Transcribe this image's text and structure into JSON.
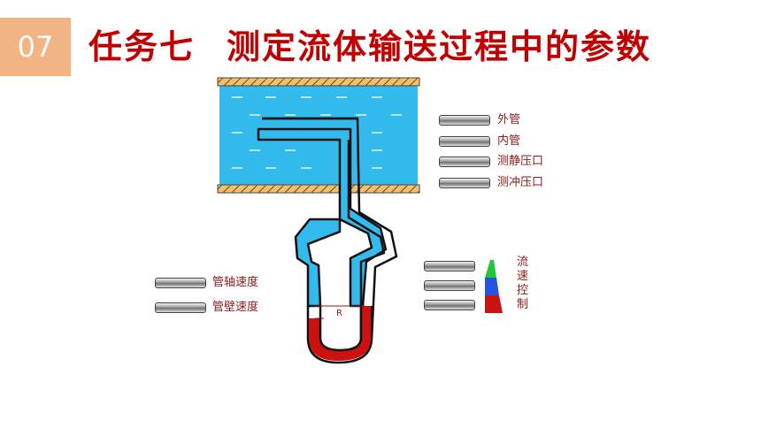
{
  "header": {
    "number": "07",
    "task": "任务七",
    "title": "测定流体输送过程中的参数"
  },
  "diagram": {
    "labels_right": [
      "外管",
      "内管",
      "测静压口",
      "测冲压口"
    ],
    "labels_left": [
      "管轴速度",
      "管壁速度"
    ],
    "flow_control_chars": [
      "流",
      "速",
      "控",
      "制"
    ],
    "manometer_label": "R",
    "colors": {
      "water": "#33bbee",
      "pipe_wall": "#f1bf6e",
      "mercury": "#cc1111",
      "accent_title": "#c00000",
      "badge": "#f2b482",
      "flow_green": "#22c43a",
      "flow_blue": "#2255dd",
      "flow_red": "#cc1111"
    }
  }
}
